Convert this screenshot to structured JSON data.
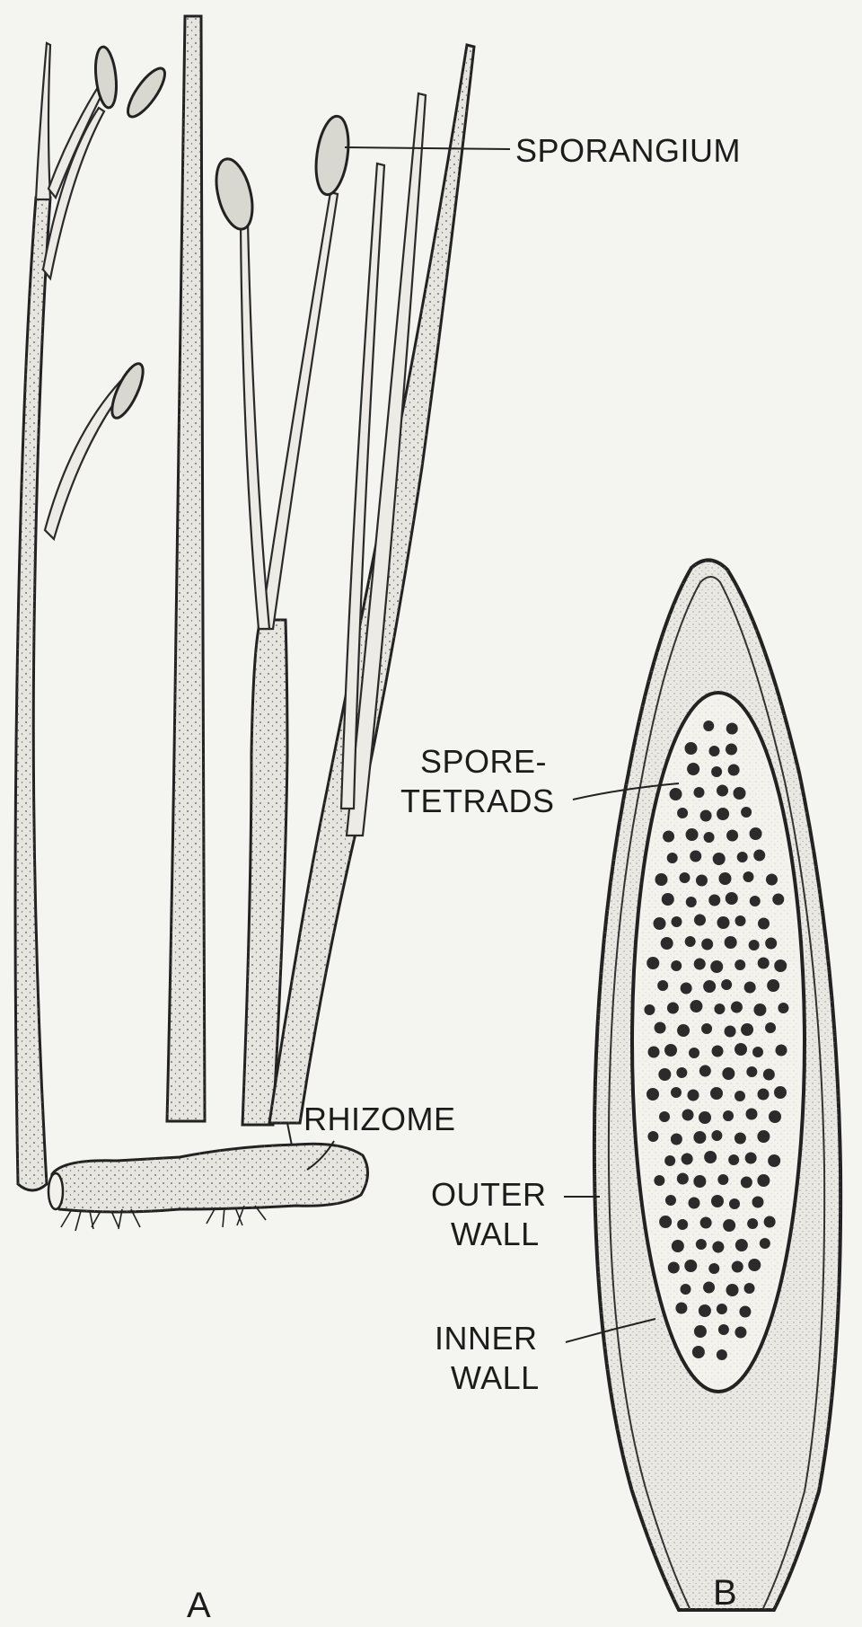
{
  "labels": {
    "sporangium": "SPORANGIUM",
    "spore_tetrads_line1": "SPORE-",
    "spore_tetrads_line2": "TETRADS",
    "outer_wall_line1": "OUTER",
    "outer_wall_line2": "WALL",
    "inner_wall_line1": "INNER",
    "inner_wall_line2": "WALL",
    "rhizome": "RHIZOME",
    "panel_a": "A",
    "panel_b": "B"
  },
  "colors": {
    "ink": "#1c1c1c",
    "paper": "#f4f4f1",
    "tissue": "#e6e5df",
    "spore": "#2b2b2b"
  }
}
